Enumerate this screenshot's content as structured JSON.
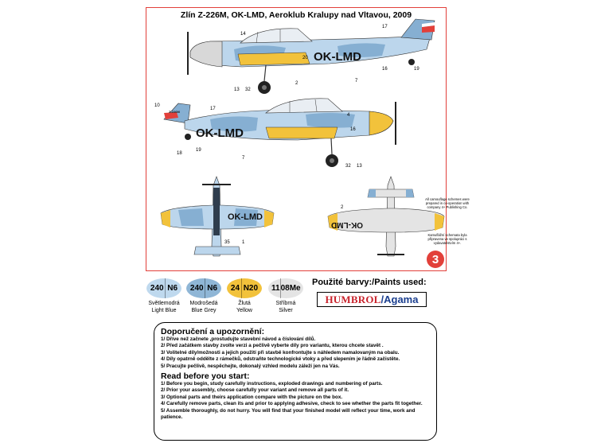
{
  "sheet": {
    "title": "Zlín Z-226M, OK-LMD, Aeroklub Kralupy nad Vltavou, 2009",
    "page_number": "3",
    "registration": "OK-LMD",
    "small_code": "Z-226M",
    "callouts": [
      "14",
      "17",
      "20",
      "16",
      "19",
      "7",
      "2",
      "13",
      "32",
      "10",
      "18",
      "4",
      "35",
      "1"
    ],
    "note_top": "All camouflage schemes were prepared in co-operation with company 4+ Publishing Co.",
    "note_bottom": "Kamuflážní schemata byla připravena ve spolupráci s vydavatelstvím 4+."
  },
  "paints": {
    "heading": "Použité barvy:/Paints used:",
    "brand_a": "HUMBROL",
    "brand_b": "/Agama",
    "items": [
      {
        "humbrol": "240",
        "agama": "N6",
        "label_cz": "Světlemodrá",
        "label_en": "Light Blue",
        "color": "#bfd9ee"
      },
      {
        "humbrol": "240",
        "agama": "N6",
        "label_cz": "Modrošedá",
        "label_en": "Blue Grey",
        "color": "#8fb6d6"
      },
      {
        "humbrol": "24",
        "agama": "N20",
        "label_cz": "Žlutá",
        "label_en": "Yellow",
        "color": "#f2c23b"
      },
      {
        "humbrol": "11",
        "agama": "08Me",
        "label_cz": "Stříbrná",
        "label_en": "Silver",
        "color": "#e4e4e4"
      }
    ]
  },
  "instructions": {
    "cz_title": "Doporučení a upozornění:",
    "cz": [
      "1/ Dříve než začnete ,prostudujte stavební návod a číslování dílů.",
      "2/ Před začátkem stavby zvolte verzi a pečlivě vyberte díly pro variantu, kterou chcete stavět .",
      "3/ Volitelné díly/možnosti a jejich použití při stavbě konfrontujte s náhledem namalovaným na obalu.",
      "4/ Díly opatrně oddělte z rámečků, odstraňte technologické vtoky a před slepením je řádně začistěte.",
      "5/ Pracujte pečlivě, nespěchejte, dokonalý vzhled modelu záleží jen na Vás."
    ],
    "en_title": "Read before you start:",
    "en": [
      "1/ Before you begin, study carefully instructions, exploded drawings and numbering of parts.",
      "2/ Prior your assembly, choose carefully your variant and remove all parts of it.",
      "3/ Optional parts and theirs application compare with the picture on the box.",
      "4/ Carefully remove parts, clean its and prior to applying adhesive, check to see whether the parts fit together.",
      "5/ Assemble thoroughly, do not hurry. You will find that your finished model will reflect your time, work and patience."
    ]
  }
}
